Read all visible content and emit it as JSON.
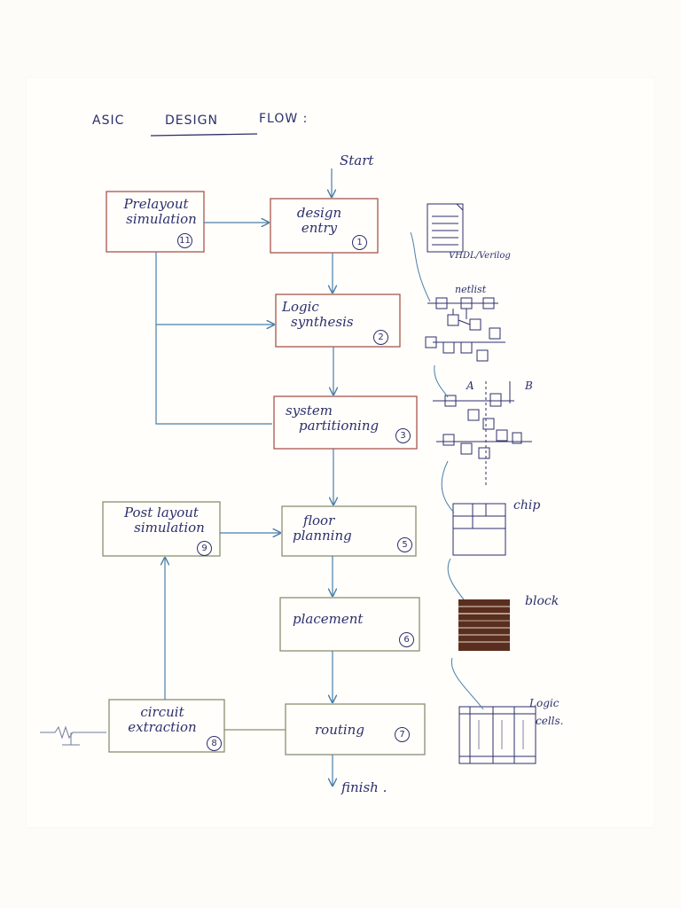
{
  "title": {
    "word1": "ASIC",
    "word2": "DESIGN",
    "word3": "FLOW :"
  },
  "terminals": {
    "start": "Start",
    "finish": "finish ."
  },
  "steps": [
    {
      "label_line1": "design",
      "label_line2": "entry",
      "number": "1"
    },
    {
      "label_line1": "Logic",
      "label_line2": "synthesis",
      "number": "2"
    },
    {
      "label_line1": "system",
      "label_line2": "partitioning",
      "number": "3"
    },
    {
      "label_line1": "floor",
      "label_line2": "planning",
      "number": "5"
    },
    {
      "label_line1": "placement",
      "label_line2": "",
      "number": "6"
    },
    {
      "label_line1": "routing",
      "label_line2": "",
      "number": "7"
    },
    {
      "label_line1": "circuit",
      "label_line2": "extraction",
      "number": "8"
    },
    {
      "label_line1": "Post layout",
      "label_line2": "simulation",
      "number": "9"
    },
    {
      "label_line1": "Prelayout",
      "label_line2": "simulation",
      "number": "11"
    }
  ],
  "side_labels": {
    "vhdl": "VHDL/Verilog",
    "netlist": "netlist",
    "a": "A",
    "b": "B",
    "chip": "chip",
    "block": "block",
    "logic_cells_line1": "Logic",
    "logic_cells_line2": "cells."
  },
  "colors": {
    "ink": "#2c2f6b",
    "box_border": "#a8554a",
    "arrow": "#4a7fa8",
    "block_fill": "#5a2e1e"
  }
}
